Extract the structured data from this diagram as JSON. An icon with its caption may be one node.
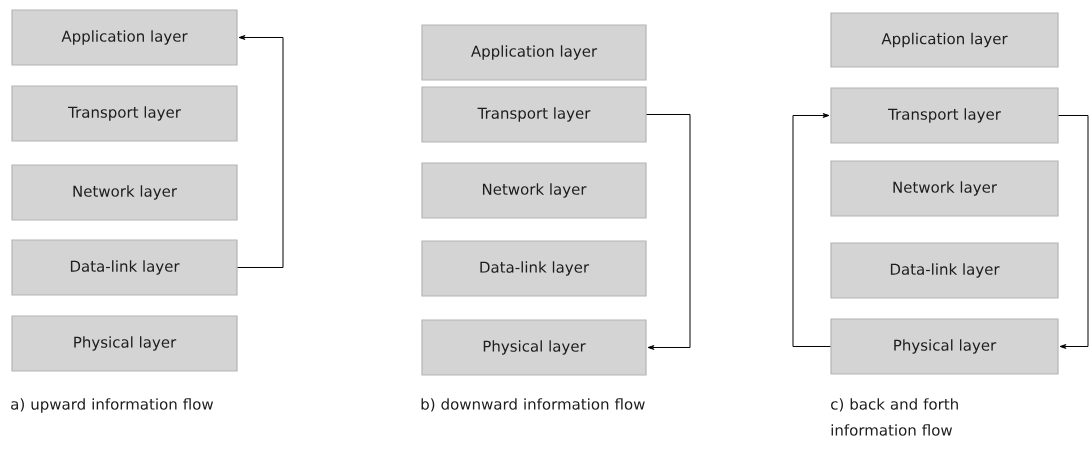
{
  "diagram": {
    "nodes": [
      {
        "text": [
          "Application layer"
        ]
      },
      {
        "text": [
          "Transport layer"
        ]
      },
      {
        "text": [
          "Network layer"
        ]
      },
      {
        "text": [
          "Data-link layer"
        ]
      },
      {
        "text": [
          "Physical layer"
        ]
      },
      {
        "text": [
          "Application layer"
        ]
      },
      {
        "text": [
          "Transport layer"
        ]
      },
      {
        "text": [
          "Network layer"
        ]
      },
      {
        "text": [
          "Data-link layer"
        ]
      },
      {
        "text": [
          "Physical layer"
        ]
      },
      {
        "text": [
          "Application layer"
        ]
      },
      {
        "text": [
          "Transport layer"
        ]
      },
      {
        "text": [
          "Network layer"
        ]
      },
      {
        "text": [
          "Data-link layer"
        ]
      },
      {
        "text": [
          "Physical layer"
        ]
      }
    ],
    "edges": [
      {
        "from": 3,
        "to": 0,
        "arrow": "to"
      },
      {
        "from": 6,
        "to": 9,
        "arrow": "to"
      },
      {
        "from": 11,
        "to": 14,
        "arrow": "to"
      },
      {
        "from": 14,
        "to": 11,
        "arrow": "to"
      }
    ],
    "labels": [
      "a) upward information flow",
      "b) downward information flow",
      "c) back and forth information flow"
    ]
  }
}
